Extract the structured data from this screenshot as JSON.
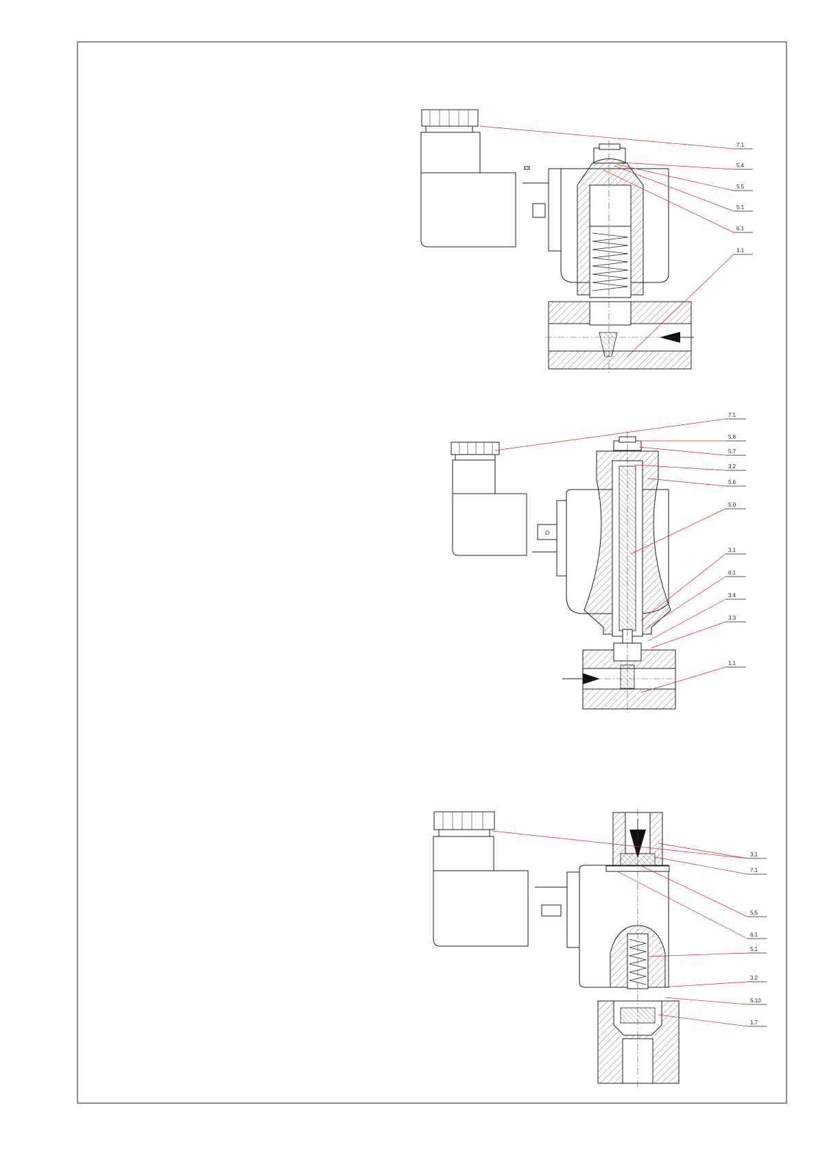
{
  "figures": [
    {
      "id": "valve-top",
      "callouts": [
        "7.1",
        "5.4",
        "5.5",
        "5.1",
        "6.1",
        "1.1"
      ]
    },
    {
      "id": "valve-middle",
      "coil_terminal_label": "O",
      "callouts": [
        "7.1",
        "5.8",
        "5.7",
        "3.2",
        "5.6",
        "5.0",
        "3.1",
        "6.1",
        "3.4",
        "3.3",
        "1.1"
      ]
    },
    {
      "id": "valve-bottom",
      "callouts": [
        "3.1",
        "7.1",
        "5.5",
        "6.1",
        "5.1",
        "3.2",
        "5.10",
        "1.7"
      ]
    }
  ],
  "colors": {
    "leader": "#d8232a",
    "line": "#1a1a1a",
    "background": "#ffffff"
  }
}
